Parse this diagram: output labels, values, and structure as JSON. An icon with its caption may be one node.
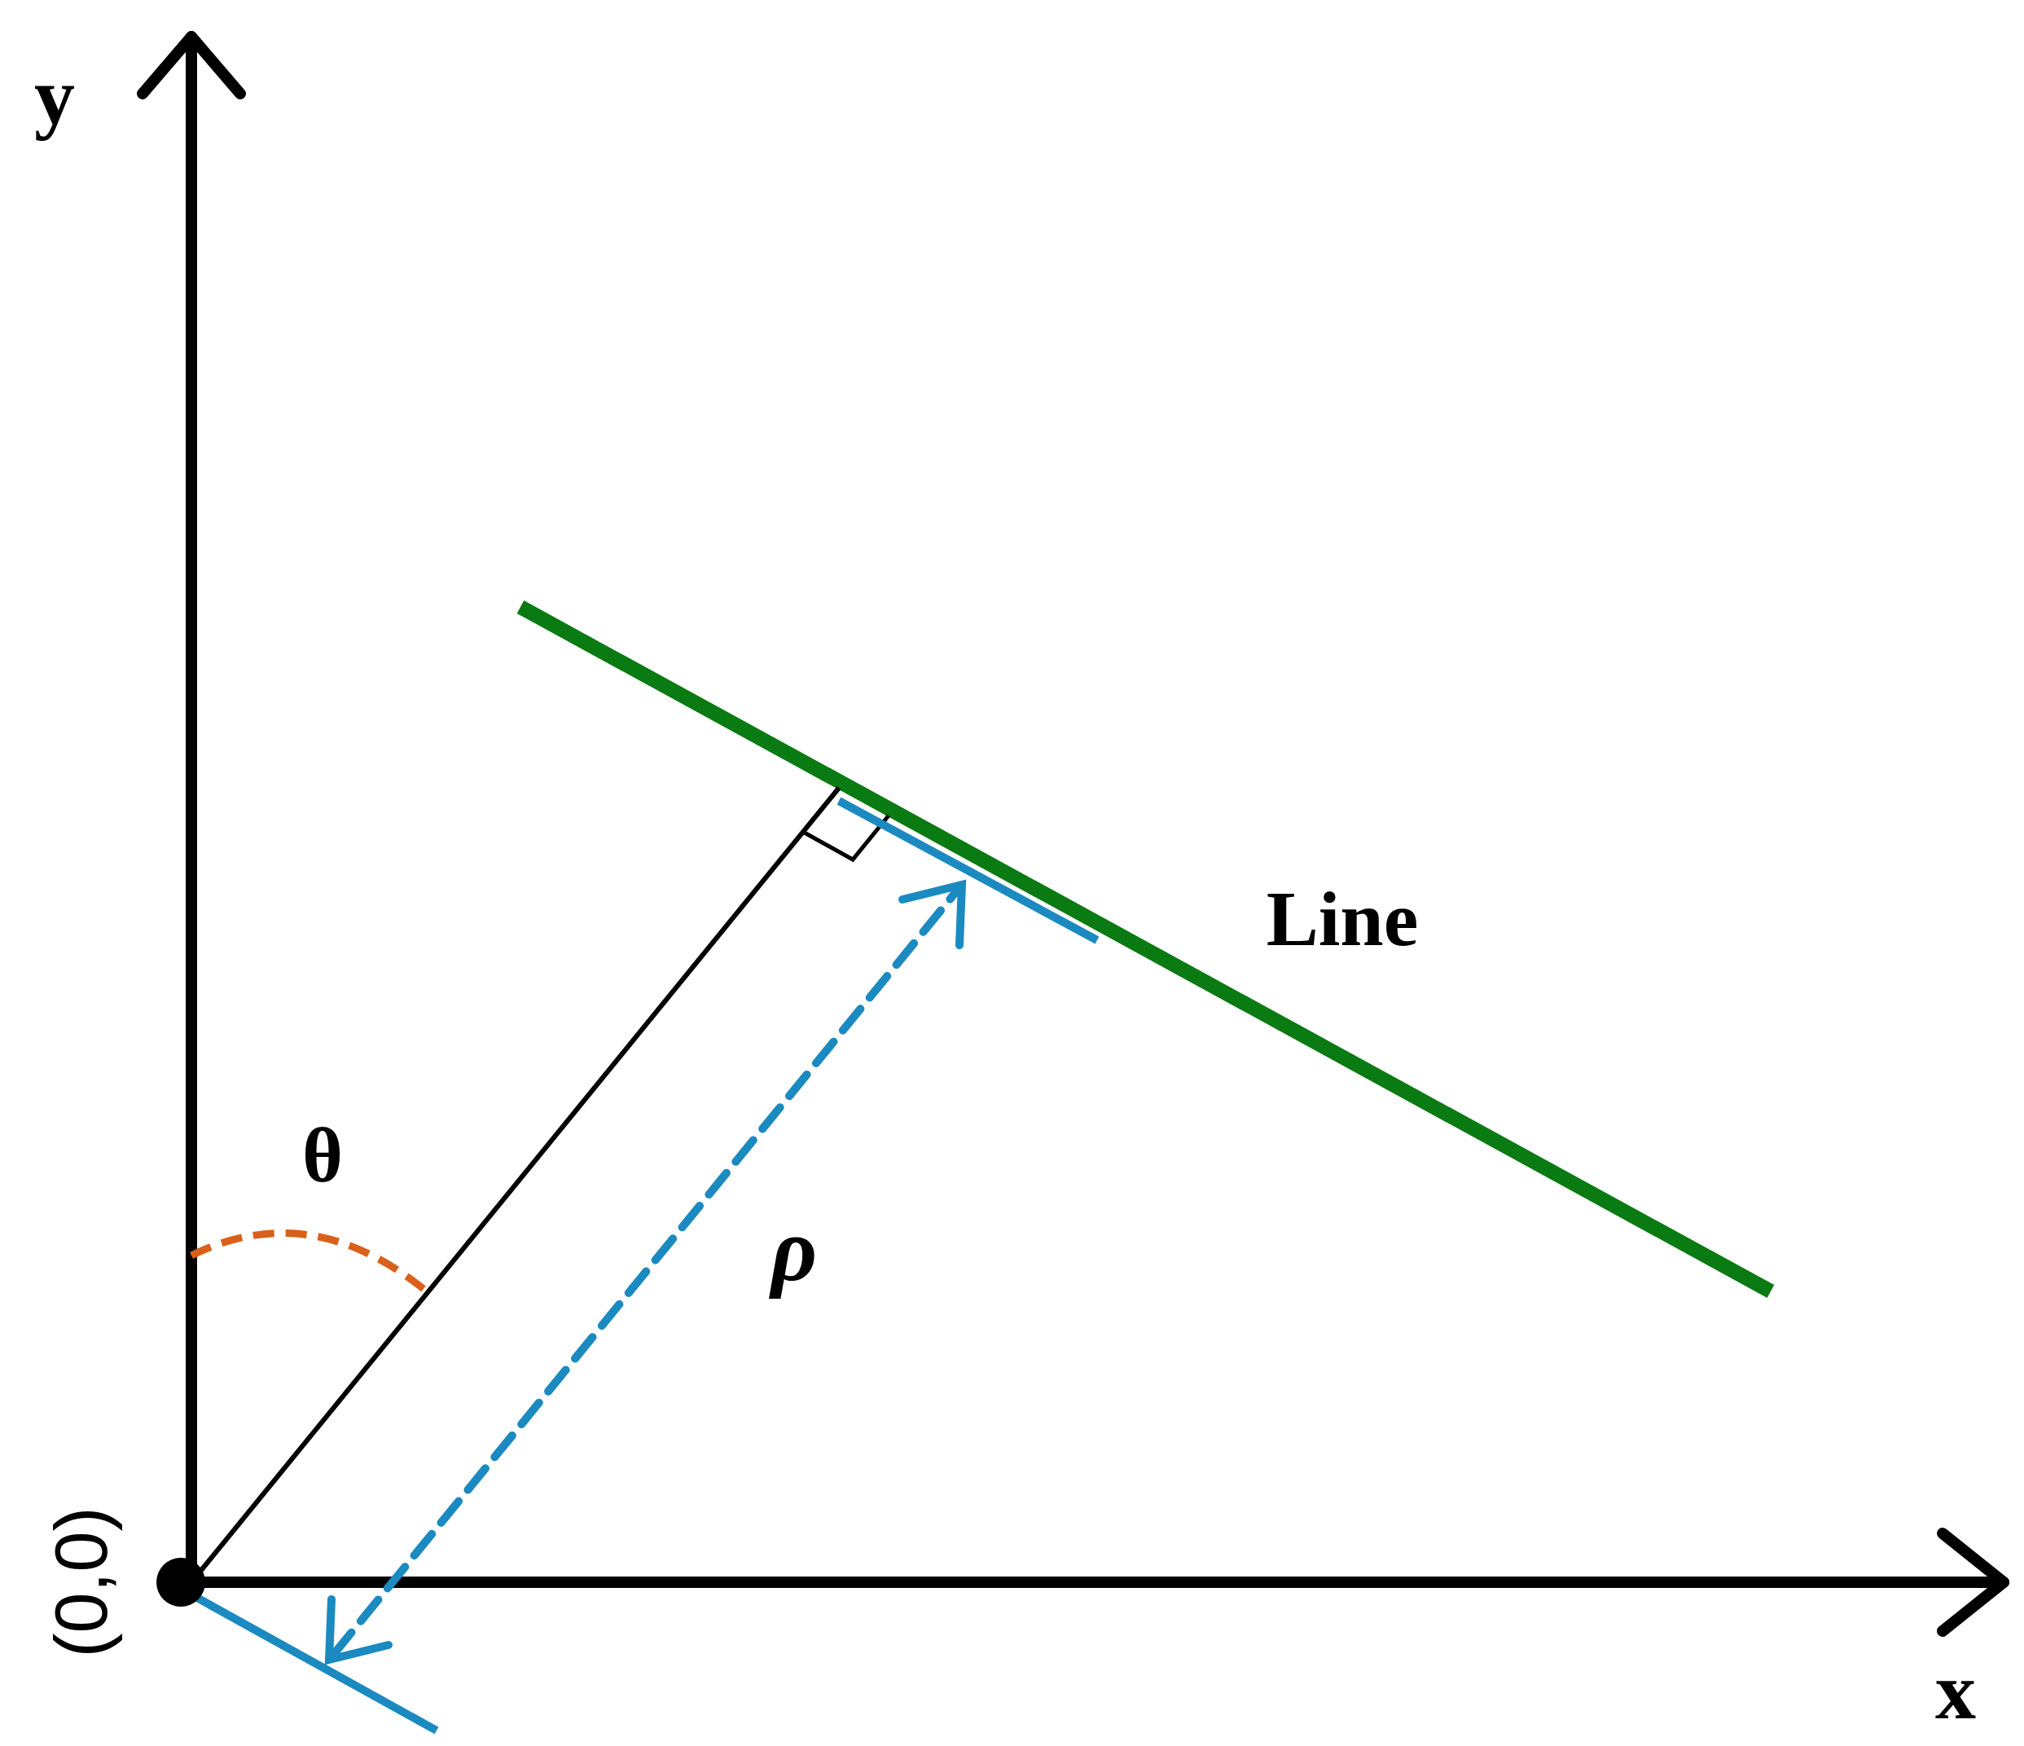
{
  "diagram": {
    "labels": [
      "y",
      "Line",
      "θ",
      "ρ",
      "(0,0)",
      "x"
    ]
  }
}
